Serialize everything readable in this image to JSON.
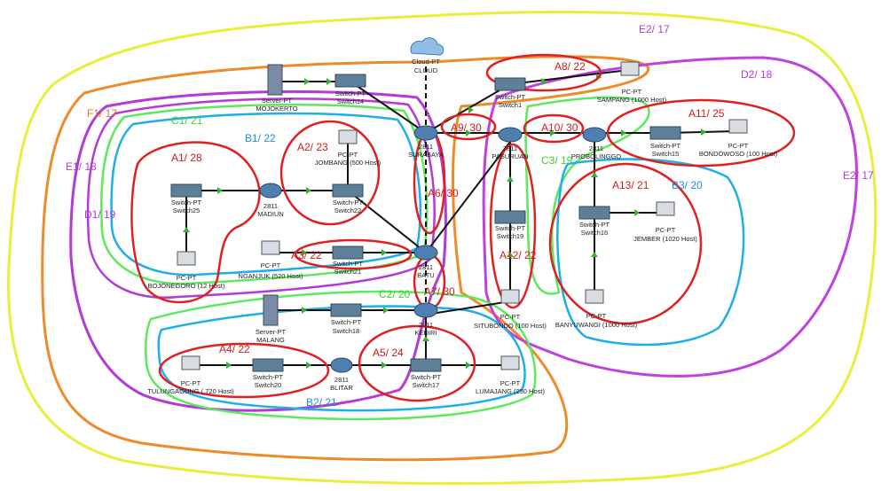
{
  "colors": {
    "yellow": "#e8ef3a",
    "orange": "#ef8a2a",
    "purple": "#b33ad6",
    "magenta": "#c040e0",
    "green": "#5de85d",
    "blue": "#1eaee8",
    "red": "#e02020",
    "label_red": "#d11a1a",
    "label_purple": "#b33ad6",
    "label_blue": "#1e8fd6",
    "label_green": "#3ccf3c",
    "label_orange": "#e07a1a",
    "link_arrow": "#2fb52f"
  },
  "zones": {
    "E2a": "E2/ 17",
    "E2b": "E2/ 17",
    "D2": "D2/ 18",
    "F1": "F1/ 17",
    "E1": "E1/ 18",
    "D1": "D1/ 19",
    "C1": "C1/ 21",
    "B1": "B1/ 22",
    "C2": "C2/ 20",
    "B2": "B2/ 21",
    "C3": "C3/ 19",
    "B3": "B3/ 20",
    "A1": "A1/ 28",
    "A2": "A2/ 23",
    "A3": "A3/ 22",
    "A4": "A4/ 22",
    "A5": "A5/ 24",
    "A6": "A6/ 30",
    "A7": "A7/ 30",
    "A8": "A8/ 22",
    "A9": "A9/ 30",
    "A10": "A10/ 30",
    "A11": "A11/ 25",
    "A12": "A12/ 22",
    "A13": "A13/ 21"
  },
  "devices": {
    "cloud": [
      "Cloud-PT",
      "CLOUD"
    ],
    "server_mojokerto": [
      "Server-PT",
      "MOJOKERTO"
    ],
    "switch14": [
      "Switch-PT",
      "Switch14"
    ],
    "router_surabaya": [
      "2811",
      "SURABAYA"
    ],
    "router_madiun": [
      "2811",
      "MADIUN"
    ],
    "pc_jombang": [
      "PC-PT",
      "JOMBANG (500 Host)"
    ],
    "switch22": [
      "Switch-PT",
      "Switch22"
    ],
    "switch25": [
      "Switch-PT",
      "Switch25"
    ],
    "pc_bojonegoro": [
      "PC-PT",
      "BOJONEGORO (12 Host)"
    ],
    "pc_nganjuk": [
      "PC-PT",
      "NGANJUK (520 Host)"
    ],
    "switch21": [
      "Switch-PT",
      "Switch21"
    ],
    "router_batu": [
      "2811",
      "BATU"
    ],
    "server_malang": [
      "Server-PT",
      "MALANG"
    ],
    "switch18": [
      "Switch-PT",
      "Switch18"
    ],
    "router_kediri": [
      "2811",
      "KEDIRI"
    ],
    "pc_tulungagung": [
      "PC-PT",
      "TULUNGAGUNG ( 720 Host)"
    ],
    "switch20": [
      "Switch-PT",
      "Switch20"
    ],
    "router_blitar": [
      "2811",
      "BLITAR"
    ],
    "switch17": [
      "Switch-PT",
      "Switch17"
    ],
    "pc_lumajang": [
      "PC-PT",
      "LUMAJANG (250 Host)"
    ],
    "switch1": [
      "Switch-PT",
      "Switch1"
    ],
    "pc_sampang": [
      "PC-PT",
      "SAMPANG (1000 Host)"
    ],
    "router_pasuruan": [
      "2811",
      "PASURUAN"
    ],
    "router_probolinggo": [
      "2811",
      "PROBOLINGGO"
    ],
    "switch15": [
      "Switch-PT",
      "Switch15"
    ],
    "pc_bondowoso": [
      "PC-PT",
      "BONDOWOSO (100 Host)"
    ],
    "switch19": [
      "Switch-PT",
      "Switch19"
    ],
    "pc_situbondo": [
      "PC-PT",
      "SITUBONDO (100 Host)"
    ],
    "switch16": [
      "Switch-PT",
      "Switch16"
    ],
    "pc_jember": [
      "PC-PT",
      "JEMBER (1020 Host)"
    ],
    "pc_banyuwangi": [
      "PC-PT",
      "BANYUWANGI (1000 Host)"
    ]
  }
}
